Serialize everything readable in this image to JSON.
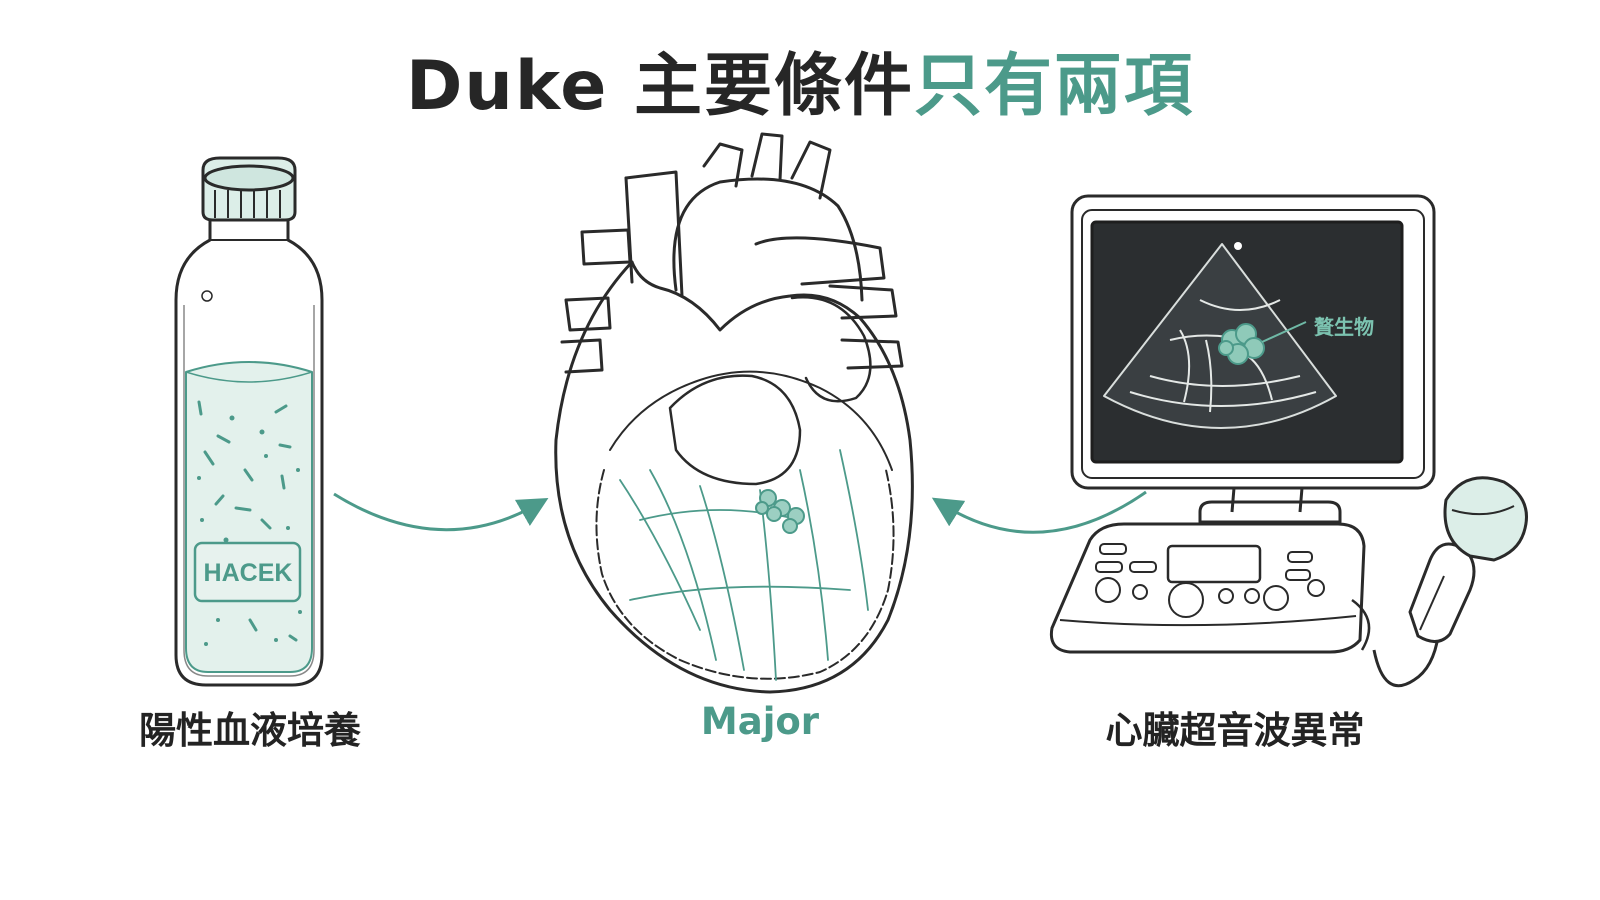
{
  "title": {
    "main": "Duke 主要條件",
    "accent": "只有兩項"
  },
  "bottle": {
    "label_text": "HACEK",
    "caption": "陽性血液培養"
  },
  "heart": {
    "caption": "Major"
  },
  "monitor": {
    "annotation": "贅生物",
    "caption": "心臟超音波異常"
  },
  "colors": {
    "accent": "#4c9a8a",
    "ink": "#232323",
    "screen": "#2b2e30",
    "fill": "#e7f2ee"
  }
}
